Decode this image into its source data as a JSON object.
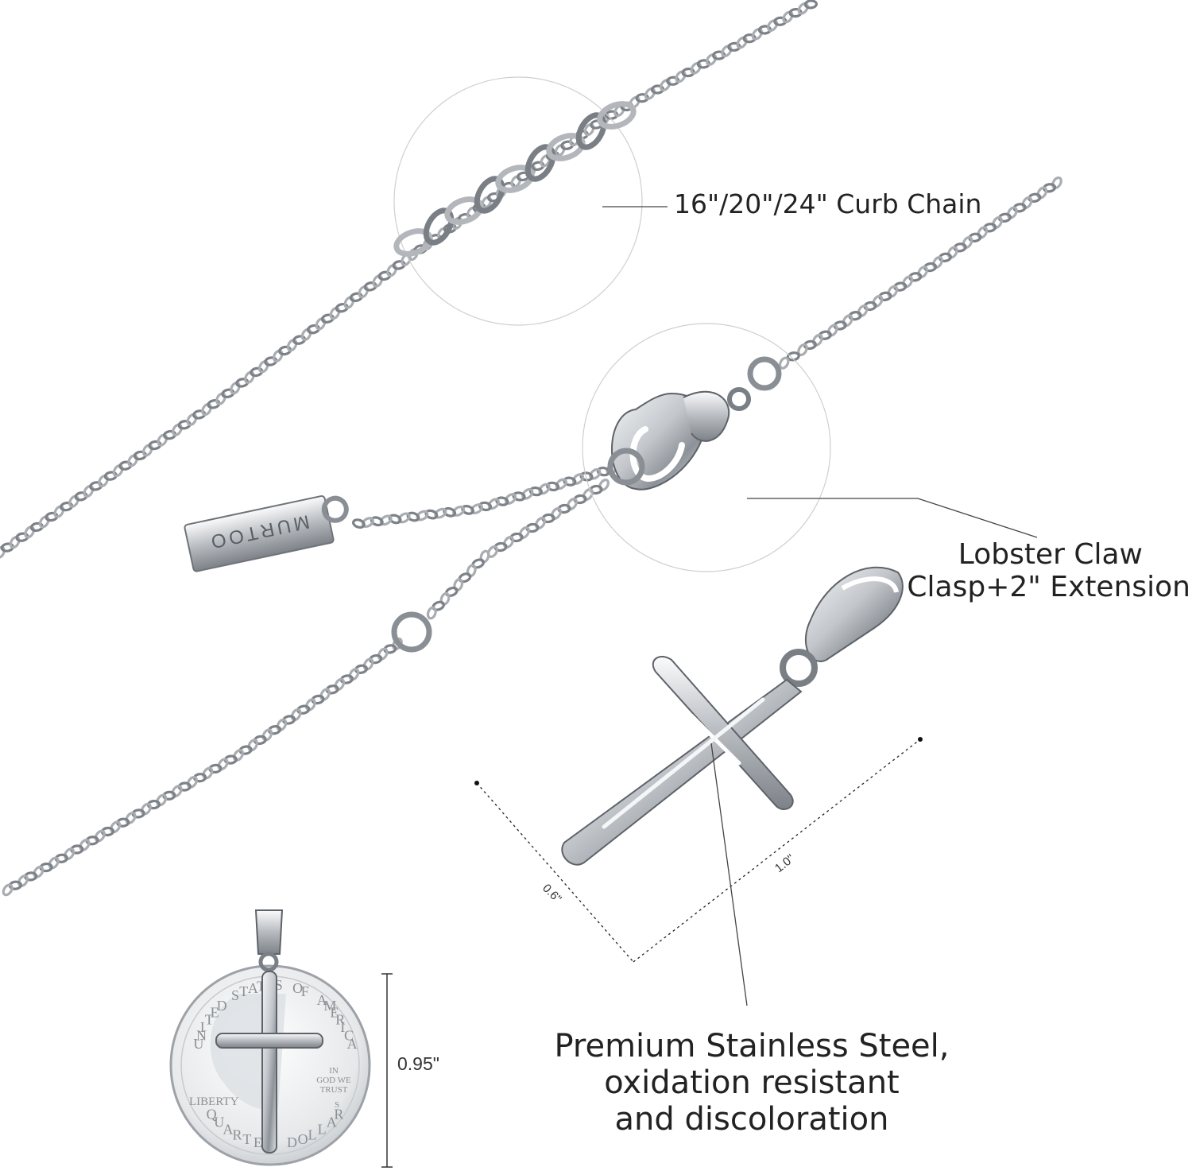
{
  "callouts": {
    "chain": "16\"/20\"/24\" Curb Chain",
    "clasp_line1": "Lobster Claw",
    "clasp_line2": "Clasp+2\" Extension",
    "steel_line1": "Premium Stainless Steel,",
    "steel_line2": "oxidation resistant",
    "steel_line3": "and discoloration"
  },
  "dimensions": {
    "width": "0.6\"",
    "length": "1.0\"",
    "coin_height": "0.95\""
  },
  "tag_text": "MURTOO",
  "coin": {
    "top": "UNITED STATES OF AMERICA",
    "liberty": "LIBERTY",
    "motto_1": "IN",
    "motto_2": "GOD WE",
    "motto_3": "TRUST",
    "mint": "S",
    "bottom": "QUARTER DOLLAR"
  },
  "colors": {
    "metal": "#b9bdc2",
    "metal_dark": "#6f747a",
    "metal_light": "#eef0f2",
    "line": "#555555"
  }
}
